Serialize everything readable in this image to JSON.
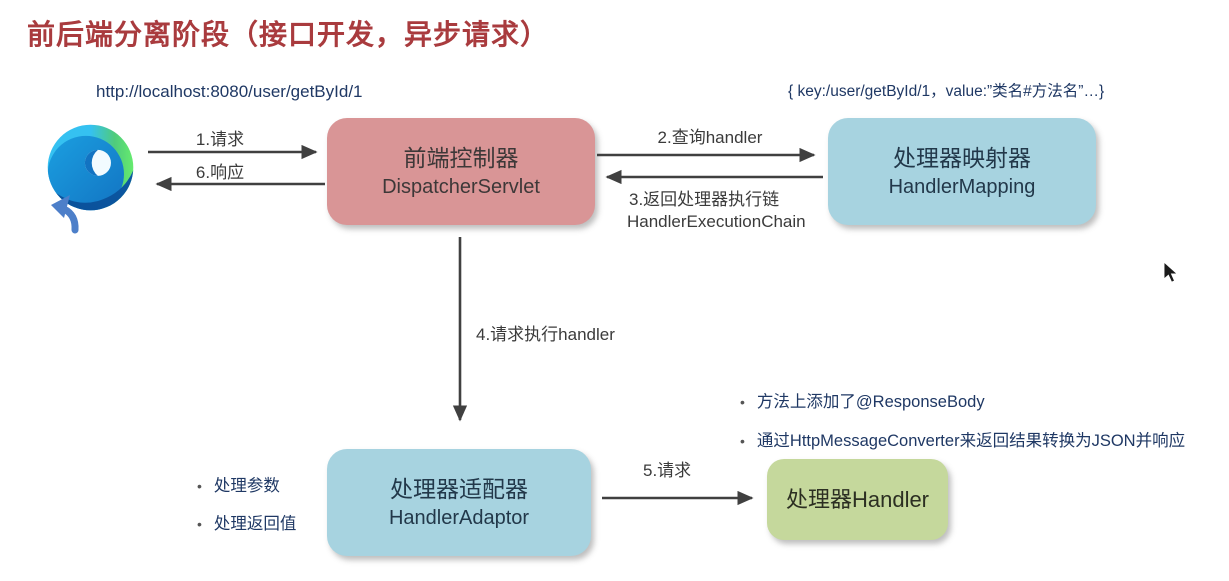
{
  "title": "前后端分离阶段（接口开发，异步请求）",
  "annotations": {
    "request_url": "http://localhost:8080/user/getById/1",
    "mapping_registry": "{ key:/user/getById/1，value:”类名#方法名”…}"
  },
  "nodes": {
    "browser": {
      "icon": "edge-browser-icon"
    },
    "dispatcher": {
      "name_zh": "前端控制器",
      "name_en": "DispatcherServlet",
      "color": "#d99596"
    },
    "mapping": {
      "name_zh": "处理器映射器",
      "name_en": "HandlerMapping",
      "color": "#a7d3e0"
    },
    "adaptor": {
      "name_zh": "处理器适配器",
      "name_en": "HandlerAdaptor",
      "color": "#a7d3e0"
    },
    "handler": {
      "label": "处理器Handler",
      "color": "#c5d89c"
    }
  },
  "arrows": {
    "a1": {
      "label": "1.请求",
      "from": "browser",
      "to": "dispatcher"
    },
    "a2": {
      "label": "2.查询handler",
      "from": "dispatcher",
      "to": "mapping"
    },
    "a3": {
      "label_line1": "3.返回处理器执行链",
      "label_line2": "HandlerExecutionChain",
      "from": "mapping",
      "to": "dispatcher"
    },
    "a4": {
      "label": "4.请求执行handler",
      "from": "dispatcher",
      "to": "adaptor"
    },
    "a5": {
      "label": "5.请求",
      "from": "adaptor",
      "to": "handler"
    },
    "a6": {
      "label": "6.响应",
      "from": "dispatcher",
      "to": "browser"
    }
  },
  "notes": {
    "adaptor_bullets": [
      "处理参数",
      "处理返回值"
    ],
    "handler_bullets": [
      "方法上添加了@ResponseBody",
      "通过HttpMessageConverter来返回结果转换为JSON并响应"
    ]
  },
  "colors": {
    "title": "#a93b3e",
    "body_text": "#1f3864",
    "arrow": "#404040"
  }
}
